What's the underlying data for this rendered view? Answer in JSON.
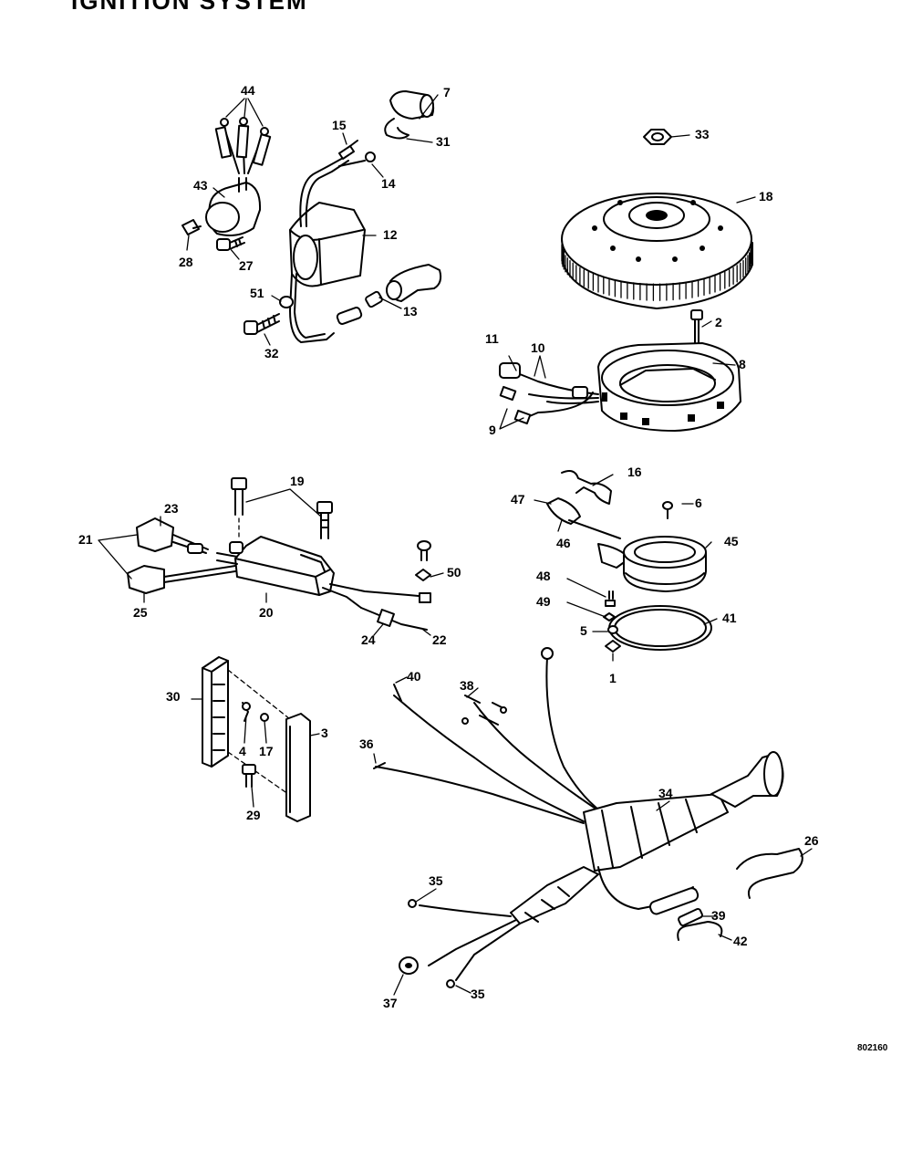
{
  "title": "IGNITION SYSTEM",
  "drawing_code": "802160",
  "callouts": [
    "44",
    "7",
    "15",
    "31",
    "43",
    "14",
    "12",
    "28",
    "27",
    "51",
    "13",
    "32",
    "33",
    "18",
    "2",
    "11",
    "10",
    "8",
    "9",
    "19",
    "16",
    "23",
    "47",
    "6",
    "21",
    "46",
    "45",
    "50",
    "25",
    "20",
    "48",
    "24",
    "22",
    "49",
    "41",
    "5",
    "1",
    "40",
    "38",
    "30",
    "3",
    "36",
    "4",
    "17",
    "29",
    "34",
    "26",
    "35",
    "39",
    "42",
    "37",
    "35"
  ]
}
